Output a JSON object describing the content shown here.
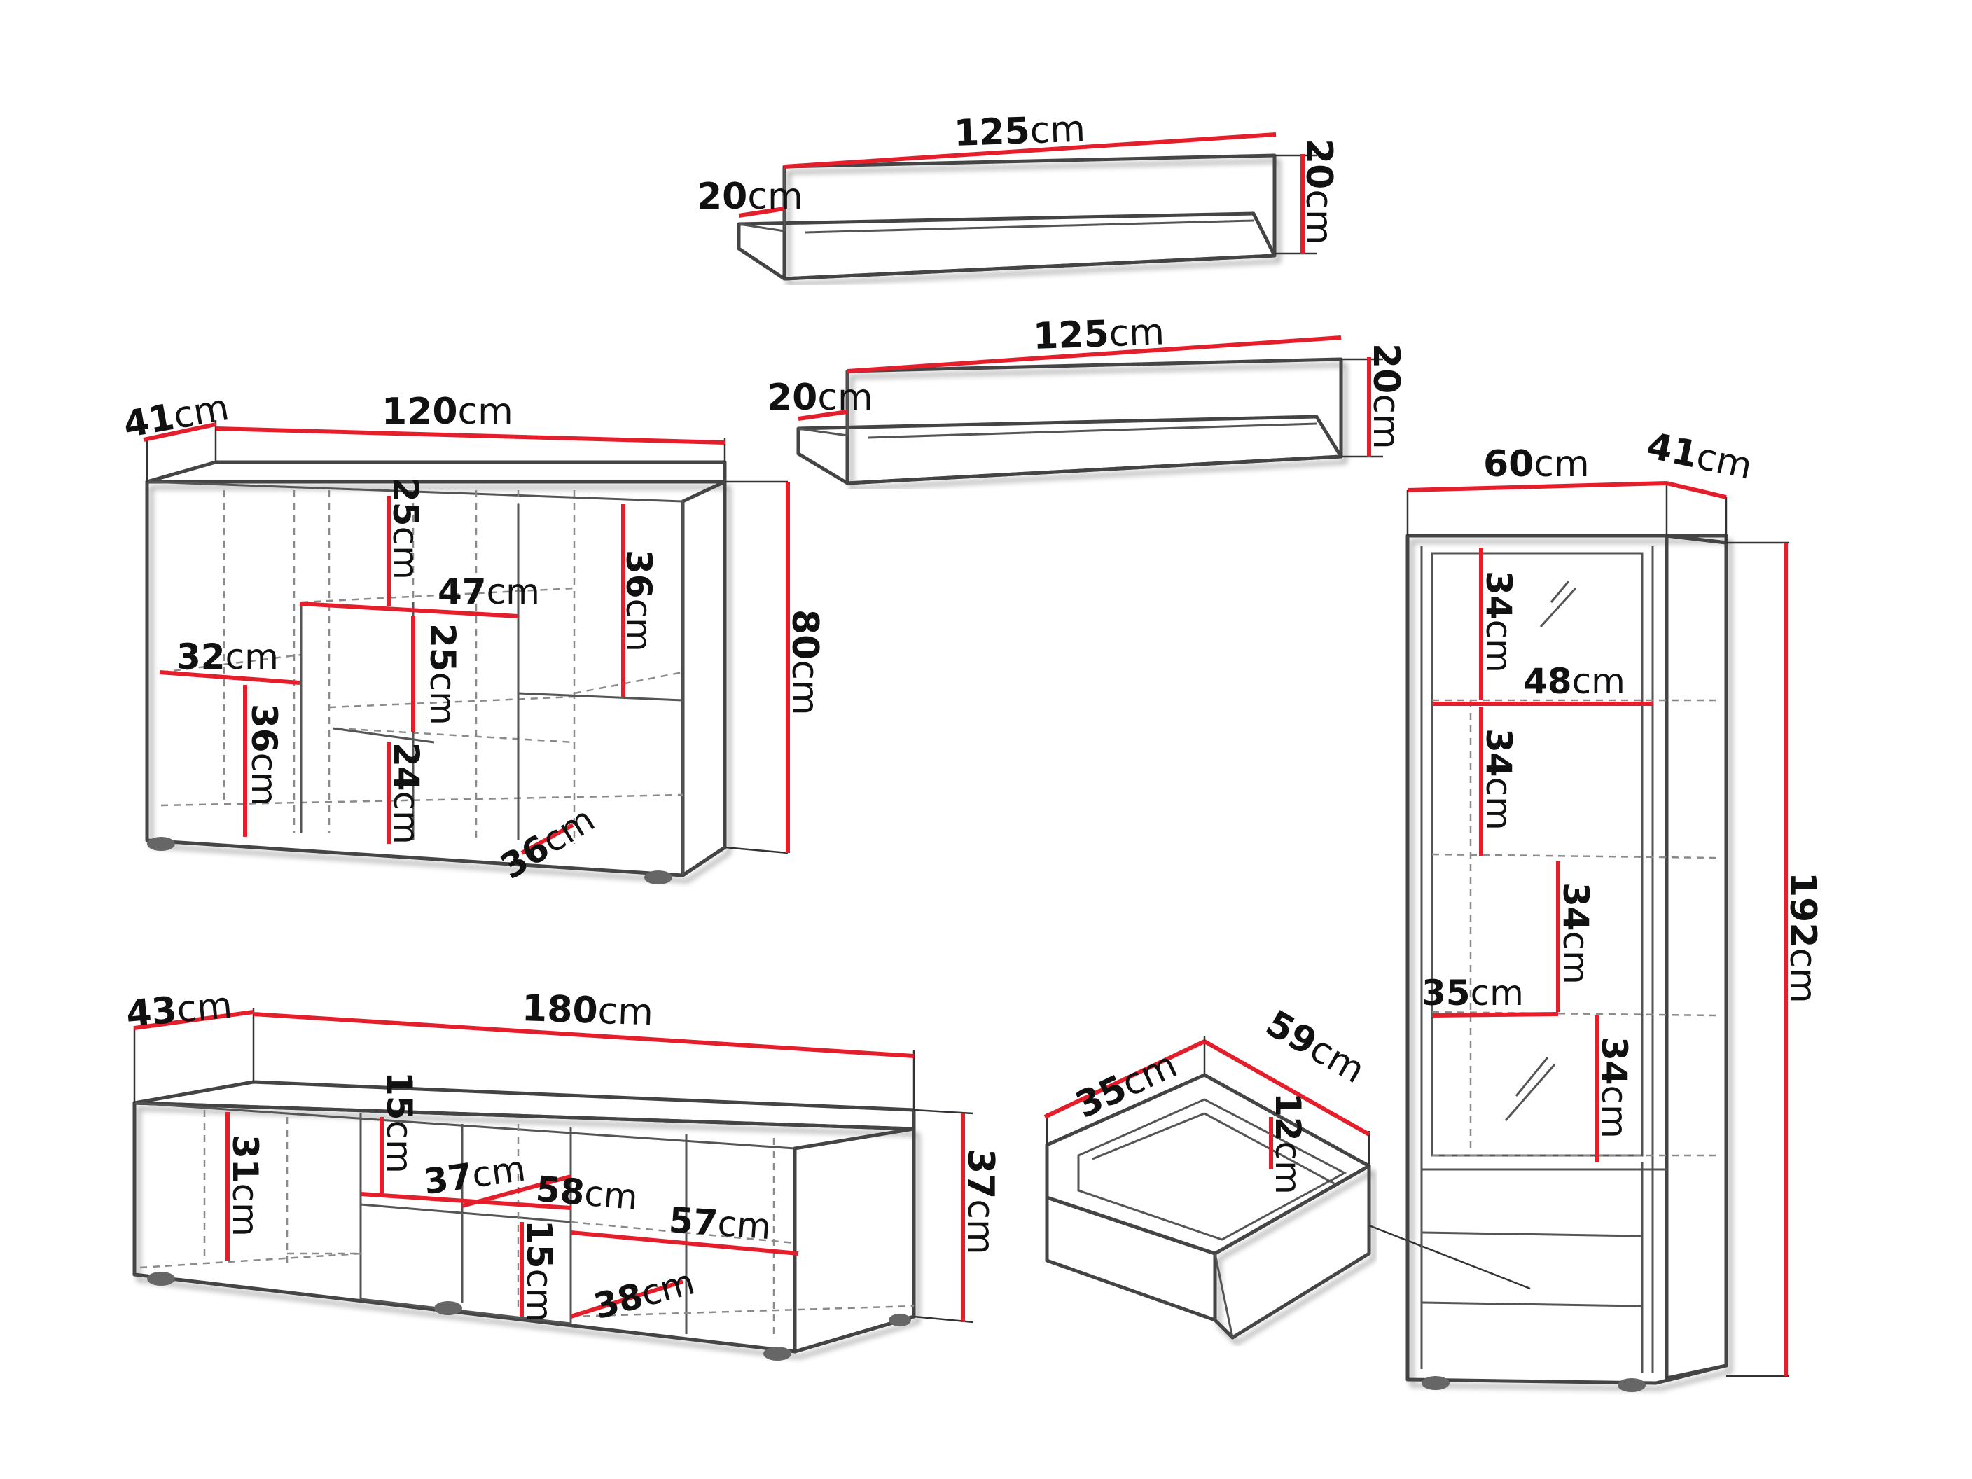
{
  "colors": {
    "measure_line": "#e41f2b",
    "outline": "#444444",
    "shadow": "#6b6b6b",
    "text": "#111111",
    "panel": "#ffffff"
  },
  "shelf_top": {
    "length": "125",
    "height": "20",
    "depth": "20",
    "unit": "cm"
  },
  "shelf_bottom": {
    "length": "125",
    "height": "20",
    "depth": "20",
    "unit": "cm"
  },
  "sideboard": {
    "depth": "41",
    "width": "120",
    "height": "80",
    "inner_top_left": "25",
    "inner_top_right": "36",
    "niche_width": "47",
    "niche_height": "25",
    "left_niche_width": "32",
    "left_lower": "36",
    "middle_lower": "24",
    "right_lower_diag": "36",
    "unit": "cm"
  },
  "tv_stand": {
    "depth": "43",
    "width": "180",
    "height": "37",
    "left_compartment": "31",
    "top_niche_height": "15",
    "top_niche_width": "37",
    "shelf_depth": "58",
    "right_width": "57",
    "bottom_niche_height": "15",
    "bottom_niche_depth": "38",
    "unit": "cm"
  },
  "drawer": {
    "depth": "35",
    "width": "59",
    "height": "12",
    "unit": "cm"
  },
  "cabinet": {
    "width": "60",
    "depth": "41",
    "height": "192",
    "section_1": "34",
    "inner_width": "48",
    "section_2": "34",
    "section_3": "34",
    "shelf_depth": "35",
    "section_4": "34",
    "unit": "cm"
  }
}
